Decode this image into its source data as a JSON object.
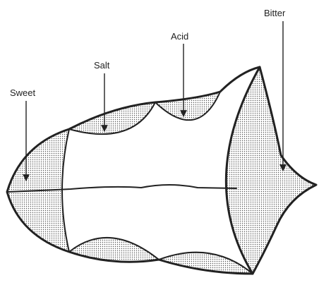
{
  "labels": {
    "sweet": "Sweet",
    "salt": "Salt",
    "acid": "Acid",
    "bitter": "Bitter"
  },
  "colors": {
    "stipple": "#555555",
    "ink": "#222222"
  }
}
